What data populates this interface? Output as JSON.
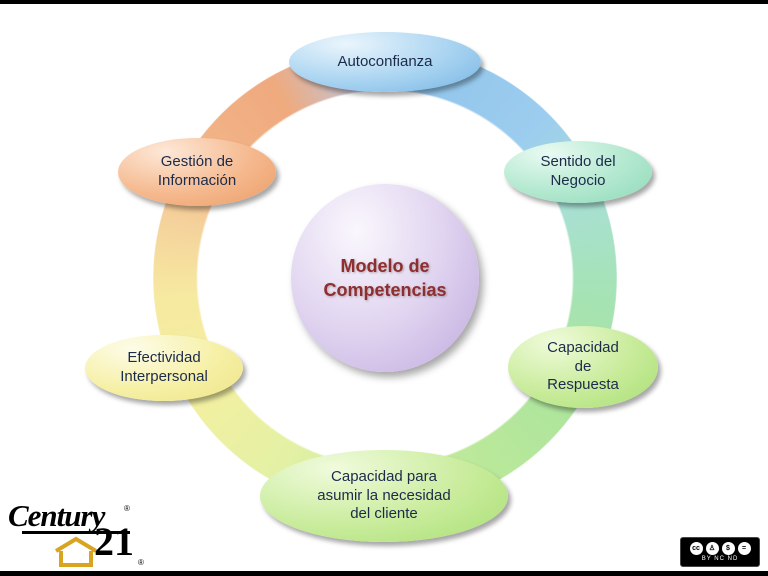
{
  "colors": {
    "ring_blue": "#8fc3ea",
    "ring_mint": "#a6e3b4",
    "ring_green": "#abe49e",
    "ring_light_green": "#cceda0",
    "ring_yellow": "#f4efa0",
    "ring_orange": "#f2b488",
    "center_fill": "#bfa9dd",
    "center_text": "#8e2f2f",
    "label_text": "#1c2b4a"
  },
  "diagram": {
    "center_label": "Modelo de\nCompetencias",
    "nodes": [
      {
        "id": "autoconfianza",
        "label": "Autoconfianza",
        "color": "#77b4e3"
      },
      {
        "id": "sentido-del-negocio",
        "label": "Sentido del\nNegocio",
        "color": "#8fd9b8"
      },
      {
        "id": "capacidad-de-respuesta",
        "label": "Capacidad\nde\nRespuesta",
        "color": "#a8df74"
      },
      {
        "id": "capacidad-cliente",
        "label": "Capacidad para\nasumir la necesidad\ndel cliente",
        "color": "#a9df74"
      },
      {
        "id": "efectividad-interpersonal",
        "label": "Efectividad\nInterpersonal",
        "color": "#eee486"
      },
      {
        "id": "gestion-de-informacion",
        "label": "Gestión de\nInformación",
        "color": "#ec9c66"
      }
    ]
  },
  "logo": {
    "brand_top": "Century",
    "brand_number": "21",
    "registered": "®"
  },
  "license": {
    "icons": [
      "cc",
      "by",
      "nc",
      "nd"
    ],
    "cc_glyph": "cc",
    "nc_glyph": "$",
    "nd_glyph": "=",
    "text": "BY NC ND"
  }
}
